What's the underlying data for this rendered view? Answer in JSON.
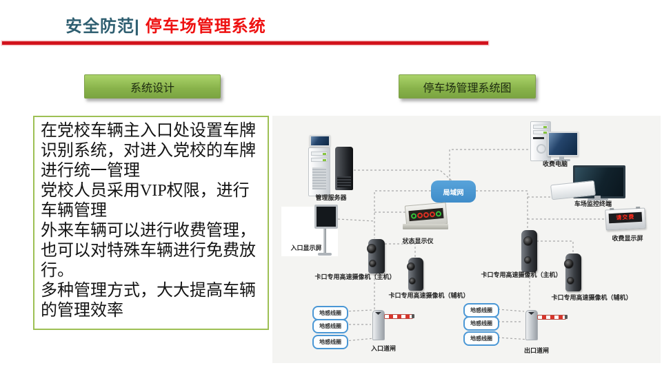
{
  "header": {
    "title_prefix": "安全防范|",
    "title_main": "停车场管理系统",
    "title_prefix_color": "#2E5E70",
    "title_main_color": "#EE1111",
    "underline_color": "#D2131C"
  },
  "section_labels": {
    "left": "系统设计",
    "right": "停车场管理系统图",
    "box_color_top": "#ABD36A",
    "box_color_bottom": "#7BA441"
  },
  "description": {
    "paragraphs": [
      "在党校车辆主入口处设置车牌识别系统，对进入党校的车牌进行统一管理",
      "党校人员采用VIP权限，进行车辆管理",
      "外来车辆可以进行收费管理，也可以对特殊车辆进行免费放行。",
      "多种管理方式，大大提高车辆的管理效率"
    ],
    "border_color": "#9DC054"
  },
  "diagram": {
    "lan": "局域网",
    "lan_color": "#4697D4",
    "line_color": "#A8A8A8",
    "labels": {
      "server": "管理服务器",
      "fee_pc": "收费电脑",
      "monitor_terminal": "车场监控终端",
      "fee_display": "收费显示屏",
      "entrance_display": "入口显示屏",
      "status_display": "状态显示仪",
      "camera_main": "卡口专用高速摄像机（主机）",
      "camera_aux": "卡口专用高速摄像机（辅机）",
      "entrance_gate": "入口道闸",
      "exit_gate": "出口道闸"
    },
    "coils": [
      "地感线圈",
      "地感线圈",
      "地感线圈",
      "地感线圈",
      "地感线圈",
      "地感线圈"
    ],
    "fee_display_led_text": "请交费",
    "status_indicator_colors": [
      "#35C23A",
      "#E03022",
      "#E03022",
      "#E03022",
      "#35C23A"
    ]
  }
}
